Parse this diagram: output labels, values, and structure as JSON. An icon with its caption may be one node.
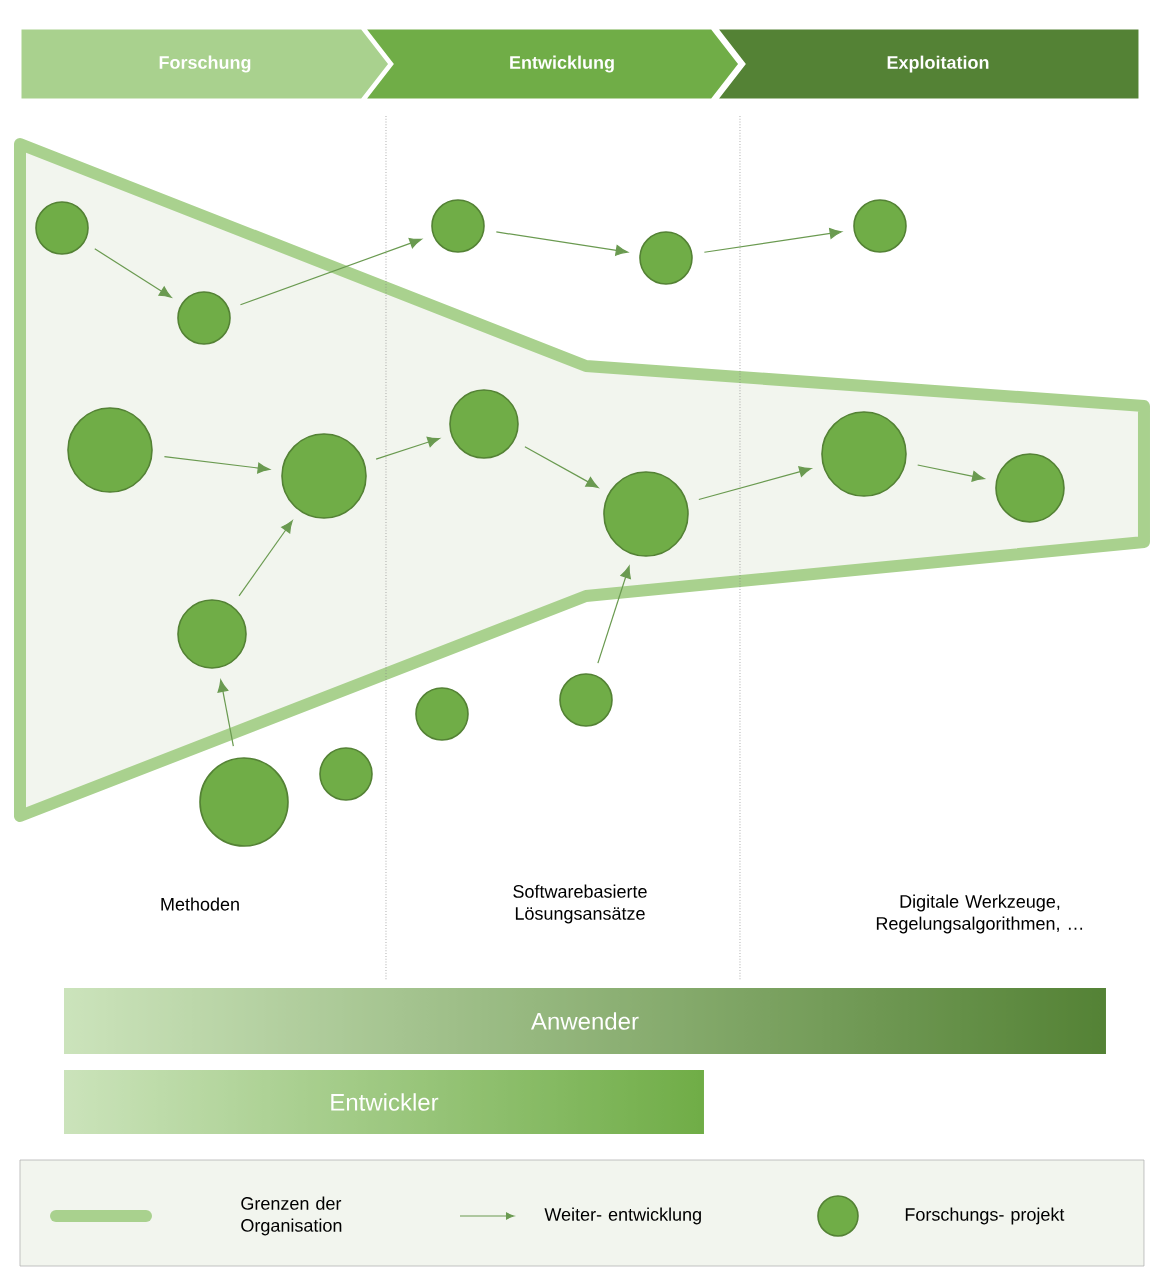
{
  "diagram": {
    "nodes": [
      {
        "text": [
          "Forschung"
        ]
      },
      {
        "text": [
          "Entwicklung"
        ]
      },
      {
        "text": [
          "Exploitation"
        ]
      },
      {
        "text": [],
        "shape": "circle"
      },
      {
        "text": [],
        "shape": "circle"
      },
      {
        "text": [],
        "shape": "circle"
      },
      {
        "text": [],
        "shape": "circle"
      },
      {
        "text": [],
        "shape": "circle"
      },
      {
        "text": [],
        "shape": "circle"
      },
      {
        "text": [],
        "shape": "circle"
      },
      {
        "text": [],
        "shape": "circle"
      },
      {
        "text": [],
        "shape": "circle"
      },
      {
        "text": [],
        "shape": "circle"
      },
      {
        "text": [],
        "shape": "circle"
      },
      {
        "text": [],
        "shape": "circle"
      },
      {
        "text": [],
        "shape": "circle"
      },
      {
        "text": [],
        "shape": "circle"
      },
      {
        "text": [],
        "shape": "circle"
      },
      {
        "text": [],
        "shape": "circle"
      },
      {
        "text": [
          "Anwender"
        ]
      },
      {
        "text": [
          "Entwickler"
        ]
      }
    ],
    "edges": [
      {
        "from": 3,
        "to": 5,
        "arrow": "to"
      },
      {
        "from": 5,
        "to": 11,
        "arrow": "to"
      },
      {
        "from": 11,
        "to": 15,
        "arrow": "to"
      },
      {
        "from": 15,
        "to": 17,
        "arrow": "to"
      },
      {
        "from": 4,
        "to": 8,
        "arrow": "to"
      },
      {
        "from": 8,
        "to": 12,
        "arrow": "to"
      },
      {
        "from": 12,
        "to": 14,
        "arrow": "to"
      },
      {
        "from": 14,
        "to": 16,
        "arrow": "to"
      },
      {
        "from": 16,
        "to": 18,
        "arrow": "to"
      },
      {
        "from": 6,
        "to": 8,
        "arrow": "to"
      },
      {
        "from": 7,
        "to": 6,
        "arrow": "to"
      },
      {
        "from": 13,
        "to": 14,
        "arrow": "to"
      }
    ],
    "labels": [
      "Methoden",
      "Softwarebasierte Lösungsansätze",
      "Digitale Werkzeuge, Regelungsalgorithmen, …"
    ],
    "legend": [
      {
        "text": "Grenzen der Organisation"
      },
      {
        "text": "Weiter- entwicklung"
      },
      {
        "text": "Forschungs- projekt"
      }
    ]
  }
}
